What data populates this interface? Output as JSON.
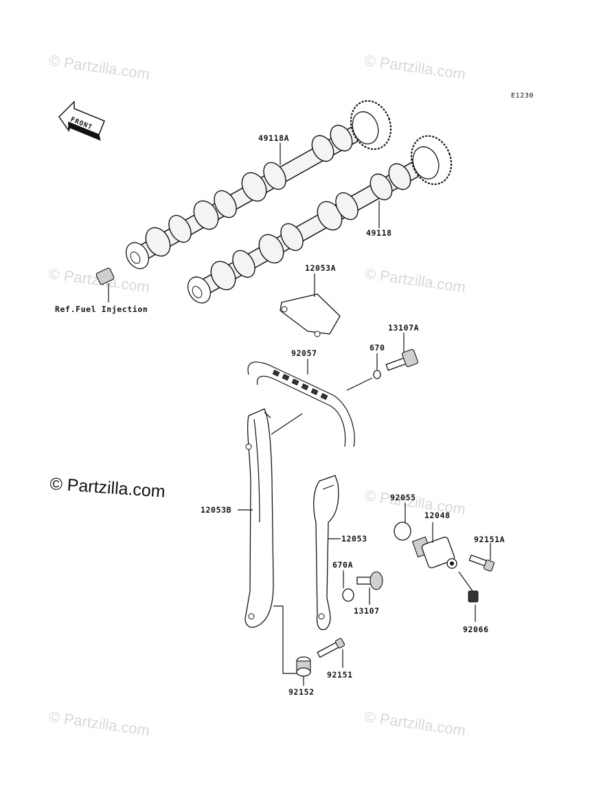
{
  "diagram_code": "E1230",
  "front_arrow_label": "FRONT",
  "watermark_text": "© Partzilla.com",
  "labels": {
    "camshaft_a": "49118A",
    "camshaft": "49118",
    "bracket_a": "12053A",
    "bolt_13107a": "13107A",
    "oring_670": "670",
    "chain": "92057",
    "ref_fuel_injection": "Ref.Fuel Injection",
    "guide_b": "12053B",
    "guide": "12053",
    "oring_92055": "92055",
    "tensioner": "12048",
    "bolt_92151a": "92151A",
    "oring_670a": "670A",
    "bolt_13107": "13107",
    "bolt_92066": "92066",
    "bolt_92151": "92151",
    "collar_92152": "92152"
  }
}
